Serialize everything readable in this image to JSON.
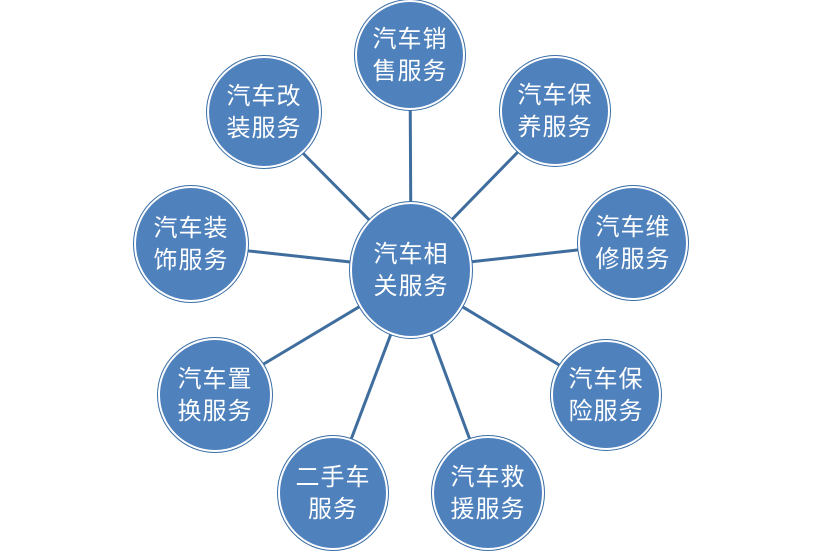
{
  "colors": {
    "node_fill": "#4f81bd",
    "connector": "#3f6e9e"
  },
  "center": {
    "label": "汽车相\n关服务"
  },
  "satellites": [
    {
      "id": "sales",
      "label": "汽车销\n售服务"
    },
    {
      "id": "maintenance",
      "label": "汽车保\n养服务"
    },
    {
      "id": "repair",
      "label": "汽车维\n修服务"
    },
    {
      "id": "insurance",
      "label": "汽车保\n险服务"
    },
    {
      "id": "rescue",
      "label": "汽车救\n援服务"
    },
    {
      "id": "used-car",
      "label": "二手车\n服务"
    },
    {
      "id": "trade-in",
      "label": "汽车置\n换服务"
    },
    {
      "id": "decoration",
      "label": "汽车装\n饰服务"
    },
    {
      "id": "modification",
      "label": "汽车改\n装服务"
    }
  ]
}
